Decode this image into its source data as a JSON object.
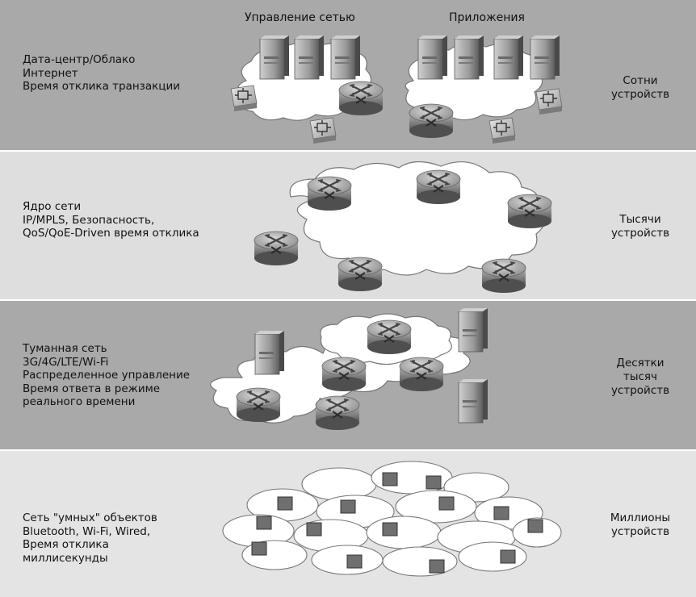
{
  "columns": {
    "network_management": "Управление сетью",
    "applications": "Приложения"
  },
  "tiers": [
    {
      "lines": [
        "Дата-центр/Облако",
        "Интернет",
        "Время отклика транзакции"
      ],
      "scale_lines": [
        "Сотни",
        "устройств"
      ]
    },
    {
      "lines": [
        "Ядро сети",
        "IP/MPLS, Безопасность,",
        "QoS/QoE-Driven время отклика"
      ],
      "scale_lines": [
        "Тысячи",
        "устройств"
      ]
    },
    {
      "lines": [
        "Туманная сеть",
        "3G/4G/LTE/Wi-Fi",
        "Распределенное управление",
        "Время ответа в режиме",
        "реального времени"
      ],
      "scale_lines": [
        "Десятки",
        "тысяч",
        "устройств"
      ]
    },
    {
      "lines": [
        "Сеть \"умных\" объектов",
        "Bluetooth, Wi-Fi, Wired,",
        "Время отклика",
        "миллисекунды"
      ],
      "scale_lines": [
        "Миллионы",
        "устройств"
      ]
    }
  ],
  "colors": {
    "band_dark": "#a9a9a9",
    "band_light": "#dedede",
    "cloud_fill": "#ffffff",
    "device_fill": "#7a7a7a"
  },
  "icons": [
    "server-icon",
    "router-icon",
    "switch-icon",
    "smart-object-icon"
  ]
}
